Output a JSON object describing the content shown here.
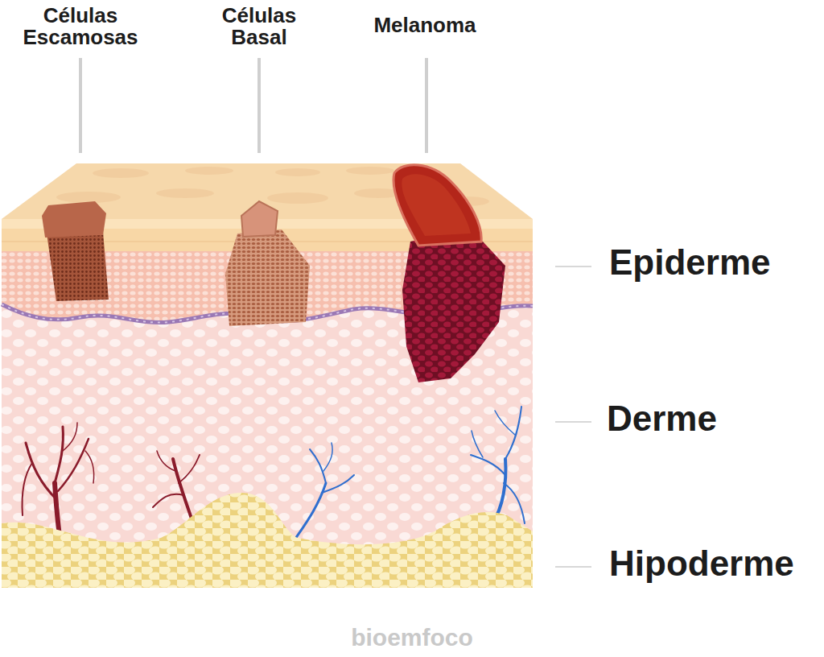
{
  "diagram": {
    "labels": [
      "Células Escamosas",
      "Células Basal",
      "Melanoma",
      "Epiderme",
      "Derme",
      "Hipoderme",
      "bioemfoco"
    ]
  }
}
